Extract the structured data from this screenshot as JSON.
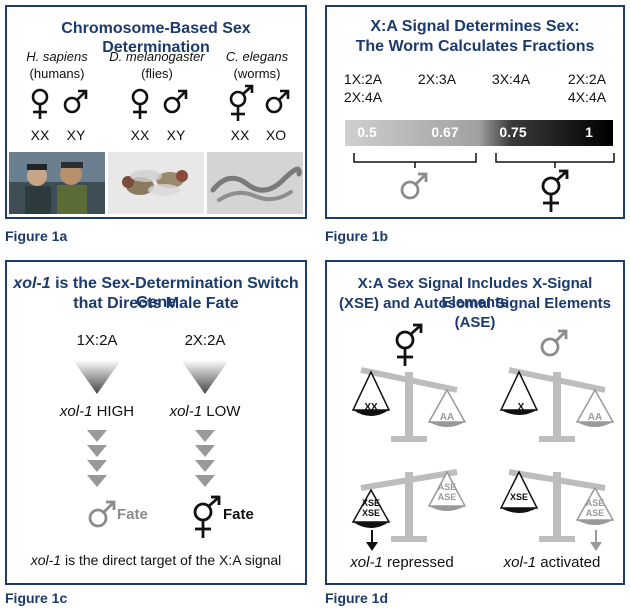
{
  "panel_a": {
    "title": "Chromosome-Based Sex Determination",
    "caption": "Figure 1a",
    "species": [
      {
        "name": "H. sapiens",
        "common": "(humans)",
        "female": "XX",
        "male": "XY"
      },
      {
        "name": "D. melanogaster",
        "common": "(flies)",
        "female": "XX",
        "male": "XY"
      },
      {
        "name": "C. elegans",
        "common": "(worms)",
        "female": "XX",
        "male": "XO"
      }
    ]
  },
  "panel_b": {
    "title_line1": "X:A Signal Determines Sex:",
    "title_line2": "The Worm Calculates Fractions",
    "caption": "Figure 1b",
    "ratios": [
      {
        "r1": "1X:2A",
        "r2": "2X:4A"
      },
      {
        "r1": "2X:3A",
        "r2": ""
      },
      {
        "r1": "3X:4A",
        "r2": ""
      },
      {
        "r1": "2X:2A",
        "r2": "4X:4A"
      }
    ],
    "values": [
      "0.5",
      "0.67",
      "0.75",
      "1"
    ]
  },
  "panel_c": {
    "title_line1_italic": "xol-1",
    "title_line1_rest": " is the Sex-Determination Switch Gene",
    "title_line2": "that Directs Male Fate",
    "caption": "Figure 1c",
    "left": {
      "ratio": "1X:2A",
      "gene": "xol-1",
      "level": " HIGH",
      "fate": "Fate"
    },
    "right": {
      "ratio": "2X:2A",
      "gene": "xol-1",
      "level": " LOW",
      "fate": "Fate"
    },
    "footer_gene": "xol-1",
    "footer_rest": " is the direct target of the X:A signal"
  },
  "panel_d": {
    "title_line1": "X:A Sex Signal Includes X-Signal Elements",
    "title_line2": "(XSE) and Autosomal Signal Elements (ASE)",
    "caption": "Figure 1d",
    "top_left": {
      "left_pan": "XX",
      "right_pan": "AA"
    },
    "top_right": {
      "left_pan": "X",
      "right_pan": "AA"
    },
    "bottom_left": {
      "left_pan_1": "XSE",
      "left_pan_2": "XSE",
      "right_pan_1": "ASE",
      "right_pan_2": "ASE"
    },
    "bottom_right": {
      "left_pan_1": "XSE",
      "right_pan_1": "ASE",
      "right_pan_2": "ASE"
    },
    "result_left_gene": "xol-1",
    "result_left_rest": " repressed",
    "result_right_gene": "xol-1",
    "result_right_rest": " activated"
  },
  "colors": {
    "navy": "#1b3a6e",
    "gray": "#8c8c8c",
    "dark": "#111111"
  }
}
